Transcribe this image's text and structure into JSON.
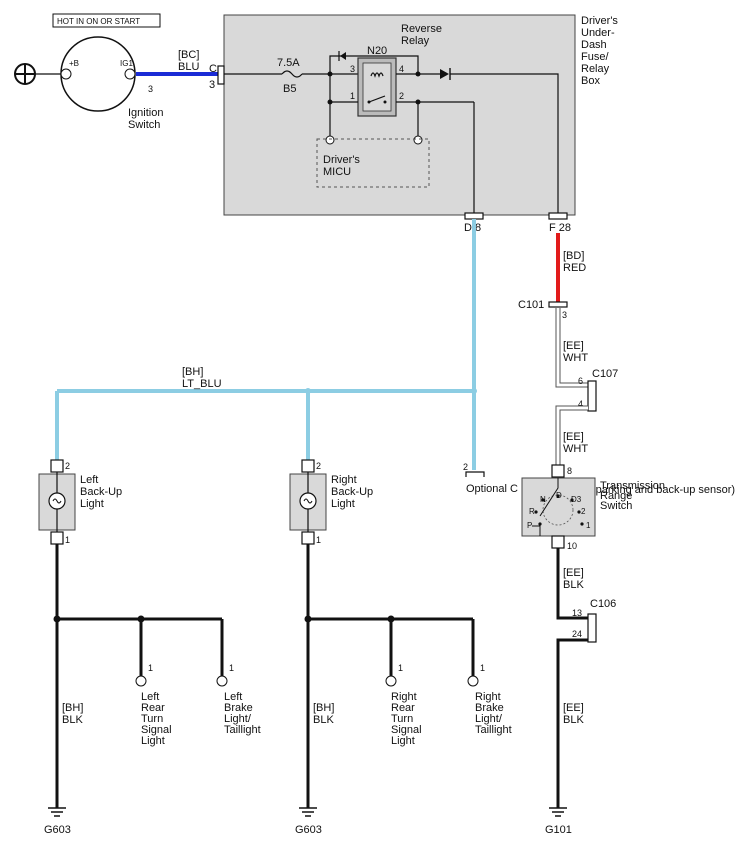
{
  "labels": {
    "hot_in": "HOT IN ON OR START",
    "plus_b": "+B",
    "ig1": "IG1",
    "pin3": "3",
    "ignition_switch": [
      "Ignition",
      "Switch"
    ],
    "bc_code": "[BC]",
    "blu": "BLU",
    "c_pin": "C",
    "c_num": "3",
    "fuse_rating": "7.5A",
    "fuse_id": "B5",
    "reverse_relay": [
      "Reverse",
      "Relay"
    ],
    "n20": "N20",
    "relay_pin3": "3",
    "relay_pin4": "4",
    "relay_pin1": "1",
    "relay_pin2": "2",
    "micu": [
      "Driver's",
      "MICU"
    ],
    "fuse_box": [
      "Driver's",
      "Under-",
      "Dash",
      "Fuse/",
      "Relay",
      "Box"
    ],
    "d8": "D 8",
    "f28": "F 28",
    "bd_code": "[BD]",
    "red": "RED",
    "c101": "C101",
    "c101_pin": "3",
    "ee1": "[EE]",
    "wht1": "WHT",
    "c107": "C107",
    "c107_6": "6",
    "c107_4": "4",
    "ee2": "[EE]",
    "wht2": "WHT",
    "bh_code": "[BH]",
    "lt_blu": "LT_BLU",
    "opt_pin": "2",
    "optional": "Optional C",
    "sensor_note": "(parking and back-up sensor)",
    "trs_pin8": "8",
    "trs_name": [
      "Transmission",
      "Range",
      "Switch"
    ],
    "trs_n": "N",
    "trs_d": "D",
    "trs_d3": "D3",
    "trs_r": "R",
    "trs_2": "2",
    "trs_p": "P",
    "trs_1": "1",
    "trs_pin10": "10",
    "ee3": "[EE]",
    "blk3": "BLK",
    "c106": "C106",
    "c106_13": "13",
    "c106_24": "24",
    "ee4": "[EE]",
    "blk4": "BLK",
    "g101": "G101",
    "l_pin2": "2",
    "l_backup": [
      "Left",
      "Back-Up",
      "Light"
    ],
    "l_pin1": "1",
    "r_pin2": "2",
    "r_backup": [
      "Right",
      "Back-Up",
      "Light"
    ],
    "r_pin1": "1",
    "lrt_pin": "1",
    "lrt": [
      "Left",
      "Rear",
      "Turn",
      "Signal",
      "Light"
    ],
    "lbt_pin": "1",
    "lbt": [
      "Left",
      "Brake",
      "Light/",
      "Taillight"
    ],
    "rrt_pin": "1",
    "rrt": [
      "Right",
      "Rear",
      "Turn",
      "Signal",
      "Light"
    ],
    "rbt_pin": "1",
    "rbt": [
      "Right",
      "Brake",
      "Light/",
      "Taillight"
    ],
    "bh_left": "[BH]",
    "blk_left": "BLK",
    "bh_mid": "[BH]",
    "blk_mid": "BLK",
    "g603_left": "G603",
    "g603_mid": "G603"
  },
  "colors": {
    "blu": "#1a2bd6",
    "lt_blu": "#8ccde3",
    "red": "#e21b1b",
    "blk": "#111111",
    "box_gray": "#d9d9d9"
  }
}
